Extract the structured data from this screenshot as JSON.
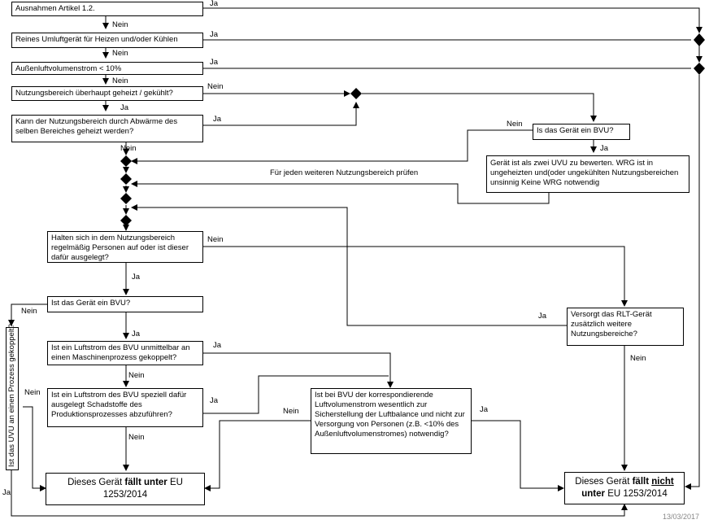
{
  "boxes": {
    "b1": "Ausnahmen Artikel 1.2.",
    "b2": "Reines Umluftgerät für Heizen und/oder Kühlen",
    "b3": "Außenluftvolumenstrom < 10%",
    "b4": "Nutzungsbereich überhaupt geheizt / gekühlt?",
    "b5": "Kann der Nutzungsbereich durch Abwärme des selben Bereiches geheizt werden?",
    "b6": "Is das Gerät ein BVU?",
    "b7": "Gerät ist als zwei UVU zu bewerten. WRG ist in ungeheizten und(oder ungekühlten Nutzungsbereichen unsinnig Keine WRG notwendig",
    "b8": "Halten sich in dem Nutzungsbereich regelmäßig Personen auf oder ist dieser dafür ausgelegt?",
    "b9": "Ist das Gerät ein BVU?",
    "b10": "Ist ein Luftstrom des BVU unmittelbar an einen Maschinenprozess gekoppelt?",
    "b11": "Ist ein Luftstrom des BVU speziell dafür ausgelegt Schadstoffe des Produktionsprozesses abzuführen?",
    "b12": "Ist bei BVU der korrespondierende Luftvolumenstrom wesentlich zur Sicherstellung der Luftbalance und nicht zur Versorgung von Personen (z.B. <10% des Außenluftvolumenstromes) notwendig?",
    "b13": "Versorgt das RLT-Gerät zusätzlich weitere Nutzungsbereiche?",
    "uvu": "Ist das UVU an einen Prozess gekoppelt?"
  },
  "result_under": {
    "p1": "Dieses Gerät ",
    "p2": "fällt unter",
    "p3": " EU 1253/2014"
  },
  "result_not": {
    "p1": "Dieses Gerät ",
    "p2": "fällt ",
    "p3": "nicht",
    "p4": "unter",
    "p5": " EU 1253/2014"
  },
  "loop_label": "Für jeden weiteren Nutzungsbereich prüfen",
  "edge_labels": {
    "ja": "Ja",
    "nein": "Nein"
  },
  "date": "13/03/2017"
}
